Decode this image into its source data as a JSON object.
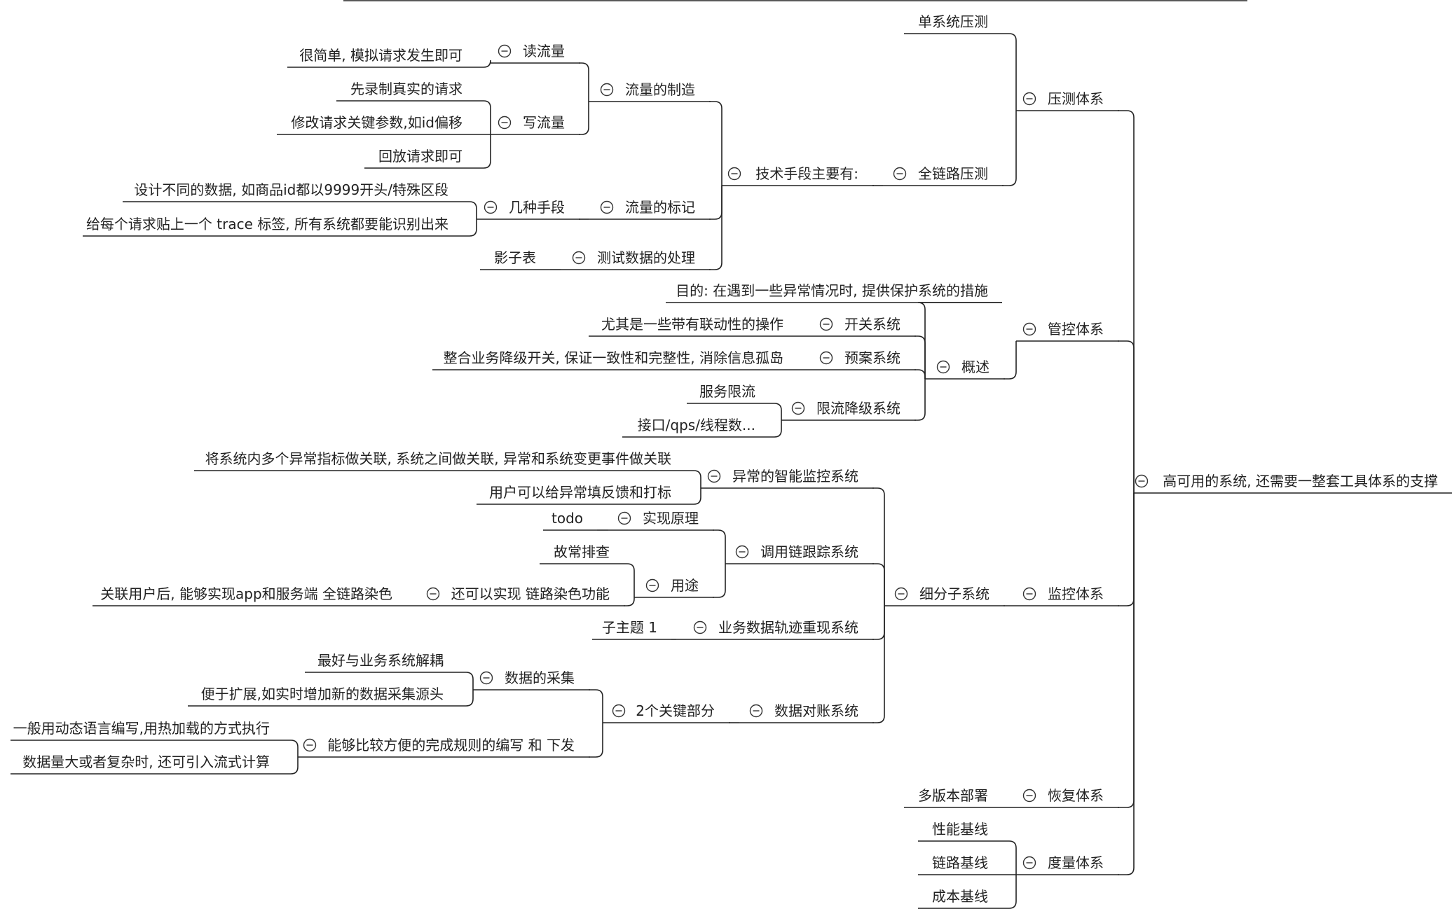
{
  "mindmap": {
    "id": "root",
    "text": "高可用的系统, 还需要一整套工具体系的支撑",
    "children": [
      {
        "id": "n-yace",
        "text": "压测体系",
        "children": [
          {
            "id": "n-yace-single",
            "text": "单系统压测"
          },
          {
            "id": "n-quanlian",
            "text": "全链路压测",
            "children": [
              {
                "id": "n-jishu",
                "text": "技术手段主要有:",
                "children": [
                  {
                    "id": "n-liuliang-zhizao",
                    "text": "流量的制造",
                    "children": [
                      {
                        "id": "n-du",
                        "text": "读流量",
                        "children": [
                          {
                            "id": "n-du-1",
                            "text": "很简单, 模拟请求发生即可"
                          }
                        ]
                      },
                      {
                        "id": "n-xie",
                        "text": "写流量",
                        "children": [
                          {
                            "id": "n-xie-1",
                            "text": "先录制真实的请求"
                          },
                          {
                            "id": "n-xie-2",
                            "text": "修改请求关键参数,如id偏移"
                          },
                          {
                            "id": "n-xie-3",
                            "text": "回放请求即可"
                          }
                        ]
                      }
                    ]
                  },
                  {
                    "id": "n-biaoji",
                    "text": "流量的标记",
                    "children": [
                      {
                        "id": "n-jizhong",
                        "text": "几种手段",
                        "children": [
                          {
                            "id": "n-jizhong-1",
                            "text": "设计不同的数据, 如商品id都以9999开头/特殊区段"
                          },
                          {
                            "id": "n-jizhong-2",
                            "text": "给每个请求贴上一个 trace 标签, 所有系统都要能识别出来"
                          }
                        ]
                      }
                    ]
                  },
                  {
                    "id": "n-ceshi",
                    "text": "测试数据的处理",
                    "children": [
                      {
                        "id": "n-ceshi-1",
                        "text": "影子表"
                      }
                    ]
                  }
                ]
              }
            ]
          }
        ]
      },
      {
        "id": "n-guankong",
        "text": "管控体系",
        "children": [
          {
            "id": "n-gaishu",
            "text": "概述",
            "children": [
              {
                "id": "n-mudi",
                "text": "目的: 在遇到一些异常情况时, 提供保护系统的措施"
              },
              {
                "id": "n-kaiguan",
                "text": "开关系统",
                "children": [
                  {
                    "id": "n-kaiguan-1",
                    "text": "尤其是一些带有联动性的操作"
                  }
                ]
              },
              {
                "id": "n-yuan",
                "text": "预案系统",
                "children": [
                  {
                    "id": "n-yuan-1",
                    "text": "整合业务降级开关, 保证一致性和完整性, 消除信息孤岛"
                  }
                ]
              },
              {
                "id": "n-xianliu",
                "text": "限流降级系统",
                "children": [
                  {
                    "id": "n-xianliu-1",
                    "text": "服务限流"
                  },
                  {
                    "id": "n-xianliu-2",
                    "text": "接口/qps/线程数..."
                  }
                ]
              }
            ]
          }
        ]
      },
      {
        "id": "n-jiankong",
        "text": "监控体系",
        "children": [
          {
            "id": "n-xifen",
            "text": "细分子系统",
            "children": [
              {
                "id": "n-zhineng",
                "text": "异常的智能监控系统",
                "children": [
                  {
                    "id": "n-zhineng-1",
                    "text": "将系统内多个异常指标做关联, 系统之间做关联, 异常和系统变更事件做关联"
                  },
                  {
                    "id": "n-zhineng-2",
                    "text": "用户可以给异常填反馈和打标"
                  }
                ]
              },
              {
                "id": "n-diaoyong",
                "text": "调用链跟踪系统",
                "children": [
                  {
                    "id": "n-yuanli",
                    "text": "实现原理",
                    "children": [
                      {
                        "id": "n-yuanli-1",
                        "text": "todo"
                      }
                    ]
                  },
                  {
                    "id": "n-yongtu",
                    "text": "用途",
                    "children": [
                      {
                        "id": "n-yongtu-1",
                        "text": "故常排查"
                      },
                      {
                        "id": "n-ranse",
                        "text": "还可以实现 链路染色功能",
                        "children": [
                          {
                            "id": "n-ranse-1",
                            "text": "关联用户后, 能够实现app和服务端 全链路染色"
                          }
                        ]
                      }
                    ]
                  }
                ]
              },
              {
                "id": "n-guiji",
                "text": "业务数据轨迹重现系统",
                "children": [
                  {
                    "id": "n-guiji-1",
                    "text": "子主题 1"
                  }
                ]
              },
              {
                "id": "n-duizhang",
                "text": "数据对账系统",
                "children": [
                  {
                    "id": "n-liangge",
                    "text": "2个关键部分",
                    "children": [
                      {
                        "id": "n-caiji",
                        "text": "数据的采集",
                        "children": [
                          {
                            "id": "n-caiji-1",
                            "text": "最好与业务系统解耦"
                          },
                          {
                            "id": "n-caiji-2",
                            "text": "便于扩展,如实时增加新的数据采集源头"
                          }
                        ]
                      },
                      {
                        "id": "n-guize",
                        "text": "能够比较方便的完成规则的编写 和 下发",
                        "children": [
                          {
                            "id": "n-guize-1",
                            "text": "一般用动态语言编写,用热加载的方式执行"
                          },
                          {
                            "id": "n-guize-2",
                            "text": "数据量大或者复杂时, 还可引入流式计算"
                          }
                        ]
                      }
                    ]
                  }
                ]
              }
            ]
          }
        ]
      },
      {
        "id": "n-huifu",
        "text": "恢复体系",
        "children": [
          {
            "id": "n-huifu-1",
            "text": "多版本部署"
          }
        ]
      },
      {
        "id": "n-duliang",
        "text": "度量体系",
        "children": [
          {
            "id": "n-duliang-1",
            "text": "性能基线"
          },
          {
            "id": "n-duliang-2",
            "text": "链路基线"
          },
          {
            "id": "n-duliang-3",
            "text": "成本基线"
          }
        ]
      }
    ]
  }
}
